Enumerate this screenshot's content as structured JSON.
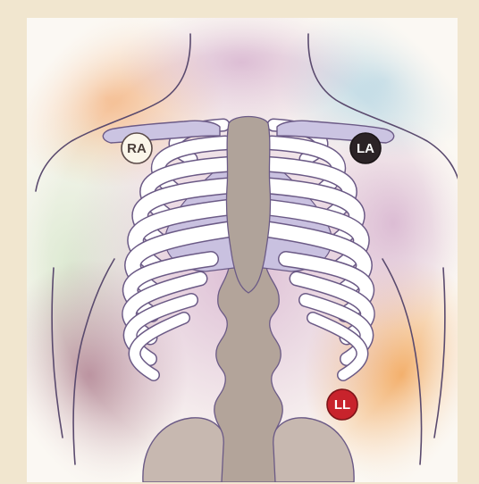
{
  "diagram": {
    "electrodes": [
      {
        "id": "ra",
        "label": "RA",
        "fill": "#fbf6ea",
        "text_color": "#4a3e3a",
        "stroke": "#5a4a48"
      },
      {
        "id": "la",
        "label": "LA",
        "fill": "#2b2326",
        "text_color": "#ffffff",
        "stroke": "#1a1416"
      },
      {
        "id": "ll",
        "label": "LL",
        "fill": "#c8232c",
        "text_color": "#ffffff",
        "stroke": "#7d1418"
      }
    ],
    "colors": {
      "frame": "#f1e6cf",
      "panel": "#fbf8f3",
      "outline": "#5a4a6e",
      "rib_fill": "#ffffff",
      "rib_stroke": "#6b5a86",
      "sternum": "#b0a39a",
      "spine": "#b3a49a",
      "cartilage": "#c9c1e0"
    }
  }
}
